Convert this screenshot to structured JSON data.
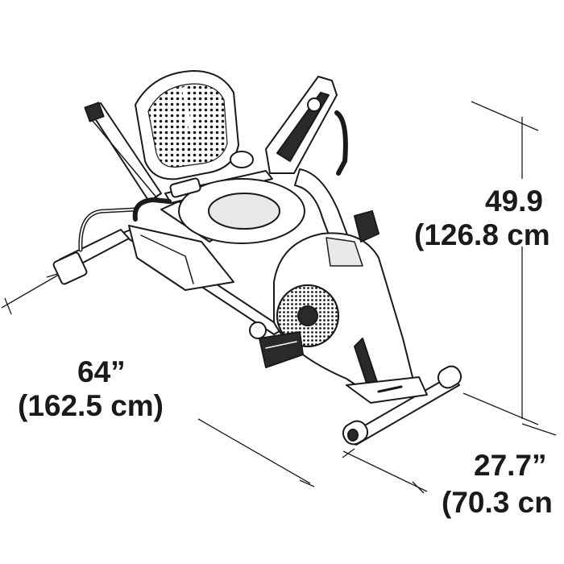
{
  "dimensions": {
    "length": {
      "inches": "64”",
      "cm": "(162.5 cm)"
    },
    "height": {
      "inches": "49.9",
      "cm": "(126.8 cm"
    },
    "width": {
      "inches": "27.7”",
      "cm": "(70.3 cn"
    }
  },
  "colors": {
    "ink": "#1a1a1a",
    "background": "#ffffff",
    "seat_fill": "#e8e8e8",
    "dark_fill": "#2a2a2a"
  }
}
